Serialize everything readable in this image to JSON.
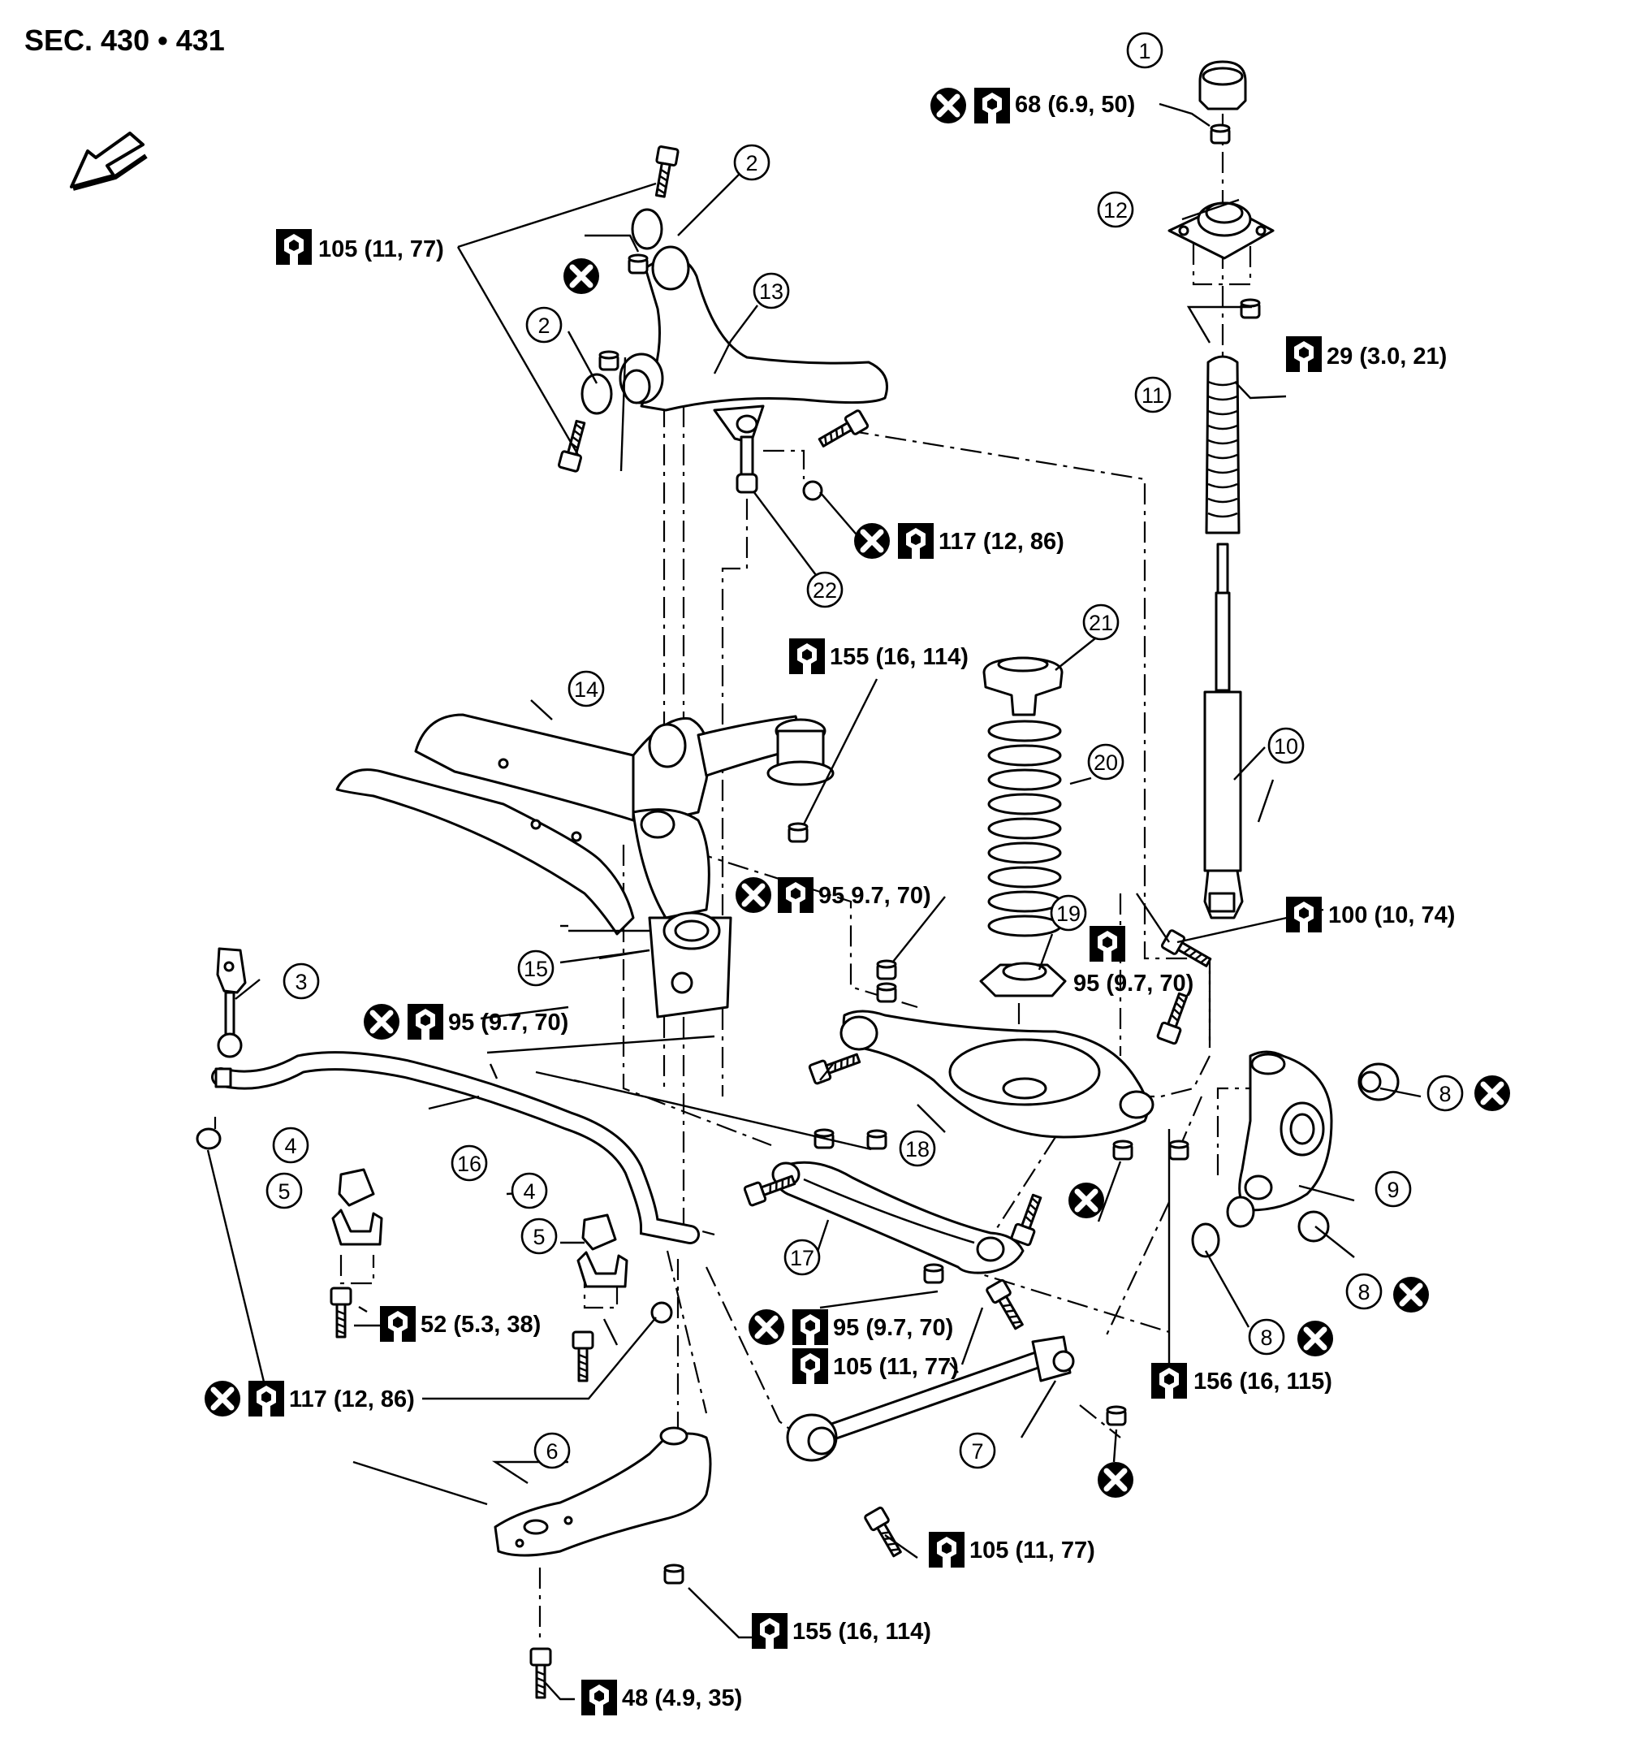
{
  "section_label": "SEC. 430 • 431",
  "icons": {
    "tightening_torque": "wrench-icon",
    "always_replace": "no-reuse-icon",
    "front_direction": "front-arrow-icon"
  },
  "callouts": [
    {
      "num": "1"
    },
    {
      "num": "2"
    },
    {
      "num": "2"
    },
    {
      "num": "3"
    },
    {
      "num": "4"
    },
    {
      "num": "4"
    },
    {
      "num": "5"
    },
    {
      "num": "5"
    },
    {
      "num": "6"
    },
    {
      "num": "7"
    },
    {
      "num": "8"
    },
    {
      "num": "8"
    },
    {
      "num": "8"
    },
    {
      "num": "9"
    },
    {
      "num": "10"
    },
    {
      "num": "11"
    },
    {
      "num": "12"
    },
    {
      "num": "13"
    },
    {
      "num": "14"
    },
    {
      "num": "15"
    },
    {
      "num": "16"
    },
    {
      "num": "17"
    },
    {
      "num": "18"
    },
    {
      "num": "19"
    },
    {
      "num": "20"
    },
    {
      "num": "21"
    },
    {
      "num": "22"
    }
  ],
  "torques": [
    {
      "text": "68 (6.9, 50)",
      "no_reuse": true
    },
    {
      "text": "105 (11, 77)",
      "no_reuse": false
    },
    {
      "text": "29 (3.0, 21)",
      "no_reuse": false
    },
    {
      "text": "117 (12, 86)",
      "no_reuse": true
    },
    {
      "text": "155 (16, 114)",
      "no_reuse": false
    },
    {
      "text": "95   9.7, 70)",
      "no_reuse": true
    },
    {
      "text": "100 (10, 74)",
      "no_reuse": false
    },
    {
      "text": "95 (9.7, 70)",
      "no_reuse": false
    },
    {
      "text": "95 (9.7, 70)",
      "no_reuse": true
    },
    {
      "text": "52 (5.3, 38)",
      "no_reuse": false
    },
    {
      "text": "117 (12, 86)",
      "no_reuse": true
    },
    {
      "text": "95 (9.7, 70)",
      "no_reuse": true
    },
    {
      "text": "105 (11, 77)",
      "no_reuse": false
    },
    {
      "text": "156 (16, 115)",
      "no_reuse": false
    },
    {
      "text": "105 (11, 77)",
      "no_reuse": false
    },
    {
      "text": "155 (16, 114)",
      "no_reuse": false
    },
    {
      "text": "48 (4.9, 35)",
      "no_reuse": false
    }
  ]
}
